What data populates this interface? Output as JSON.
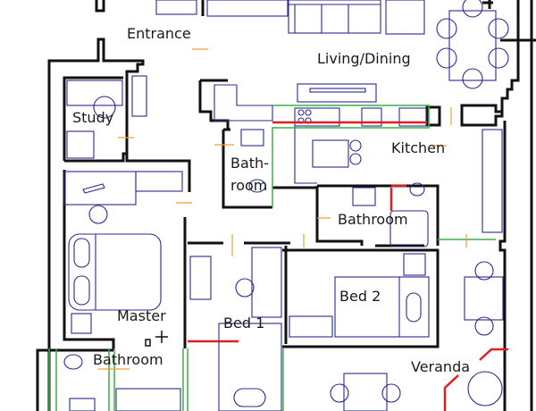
{
  "title": "Apartment floor plan",
  "colors": {
    "wall": "#111111",
    "furniture": "#2b2b8f",
    "green_line": "#3cb043",
    "red_line": "#e02020",
    "door_mark": "#f0a030"
  },
  "rooms": {
    "entrance": "Entrance",
    "living_dining": "Living/Dining",
    "study": "Study",
    "kitchen": "Kitchen",
    "bath_small_line1": "Bath-",
    "bath_small_line2": "room",
    "bathroom_center": "Bathroom",
    "master": "Master",
    "bed1": "Bed 1",
    "bed2": "Bed 2",
    "master_bathroom": "Bathroom",
    "veranda": "Veranda"
  }
}
